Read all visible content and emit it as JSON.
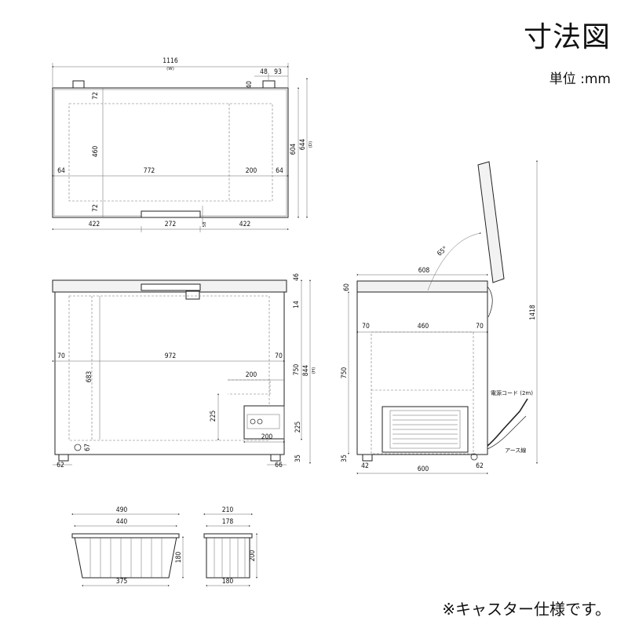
{
  "header": {
    "title": "寸法図",
    "unit": "単位 :mm"
  },
  "footnote": "※キャスター仕様です。",
  "top_view": {
    "width": "1116",
    "width_sub": "(W)",
    "dim_48": "48",
    "dim_93": "93",
    "dim_40": "40",
    "dim_72_top": "72",
    "dim_460": "460",
    "dim_72_bot": "72",
    "dim_64_left": "64",
    "dim_772": "772",
    "dim_200": "200",
    "dim_64_right": "64",
    "dim_604": "604",
    "dim_644": "644",
    "dim_644_sub": "(D)",
    "dim_422_left": "422",
    "dim_272": "272",
    "dim_422_right": "422",
    "dim_58": "58"
  },
  "front_view": {
    "dim_46": "46",
    "dim_14": "14",
    "dim_750": "750",
    "dim_844": "844",
    "dim_844_sub": "(H)",
    "dim_70_left": "70",
    "dim_972": "972",
    "dim_70_right": "70",
    "dim_683": "683",
    "dim_200_top": "200",
    "dim_225_left": "225",
    "dim_225_right": "225",
    "dim_200_panel": "200",
    "dim_67": "67",
    "dim_35": "35",
    "dim_62": "62",
    "dim_66": "66"
  },
  "side_view": {
    "dim_65deg": "65°",
    "dim_608": "608",
    "dim_60": "60",
    "dim_70_left": "70",
    "dim_460": "460",
    "dim_70_right": "70",
    "dim_750": "750",
    "dim_1418": "1418",
    "dim_35": "35",
    "dim_42": "42",
    "dim_600": "600",
    "dim_62": "62",
    "cord_label": "電源コード (2m)",
    "ground_label": "アース線"
  },
  "basket_large": {
    "dim_490": "490",
    "dim_440": "440",
    "dim_180": "180",
    "dim_375": "375"
  },
  "basket_small": {
    "dim_210": "210",
    "dim_178": "178",
    "dim_200": "200",
    "dim_180": "180"
  }
}
